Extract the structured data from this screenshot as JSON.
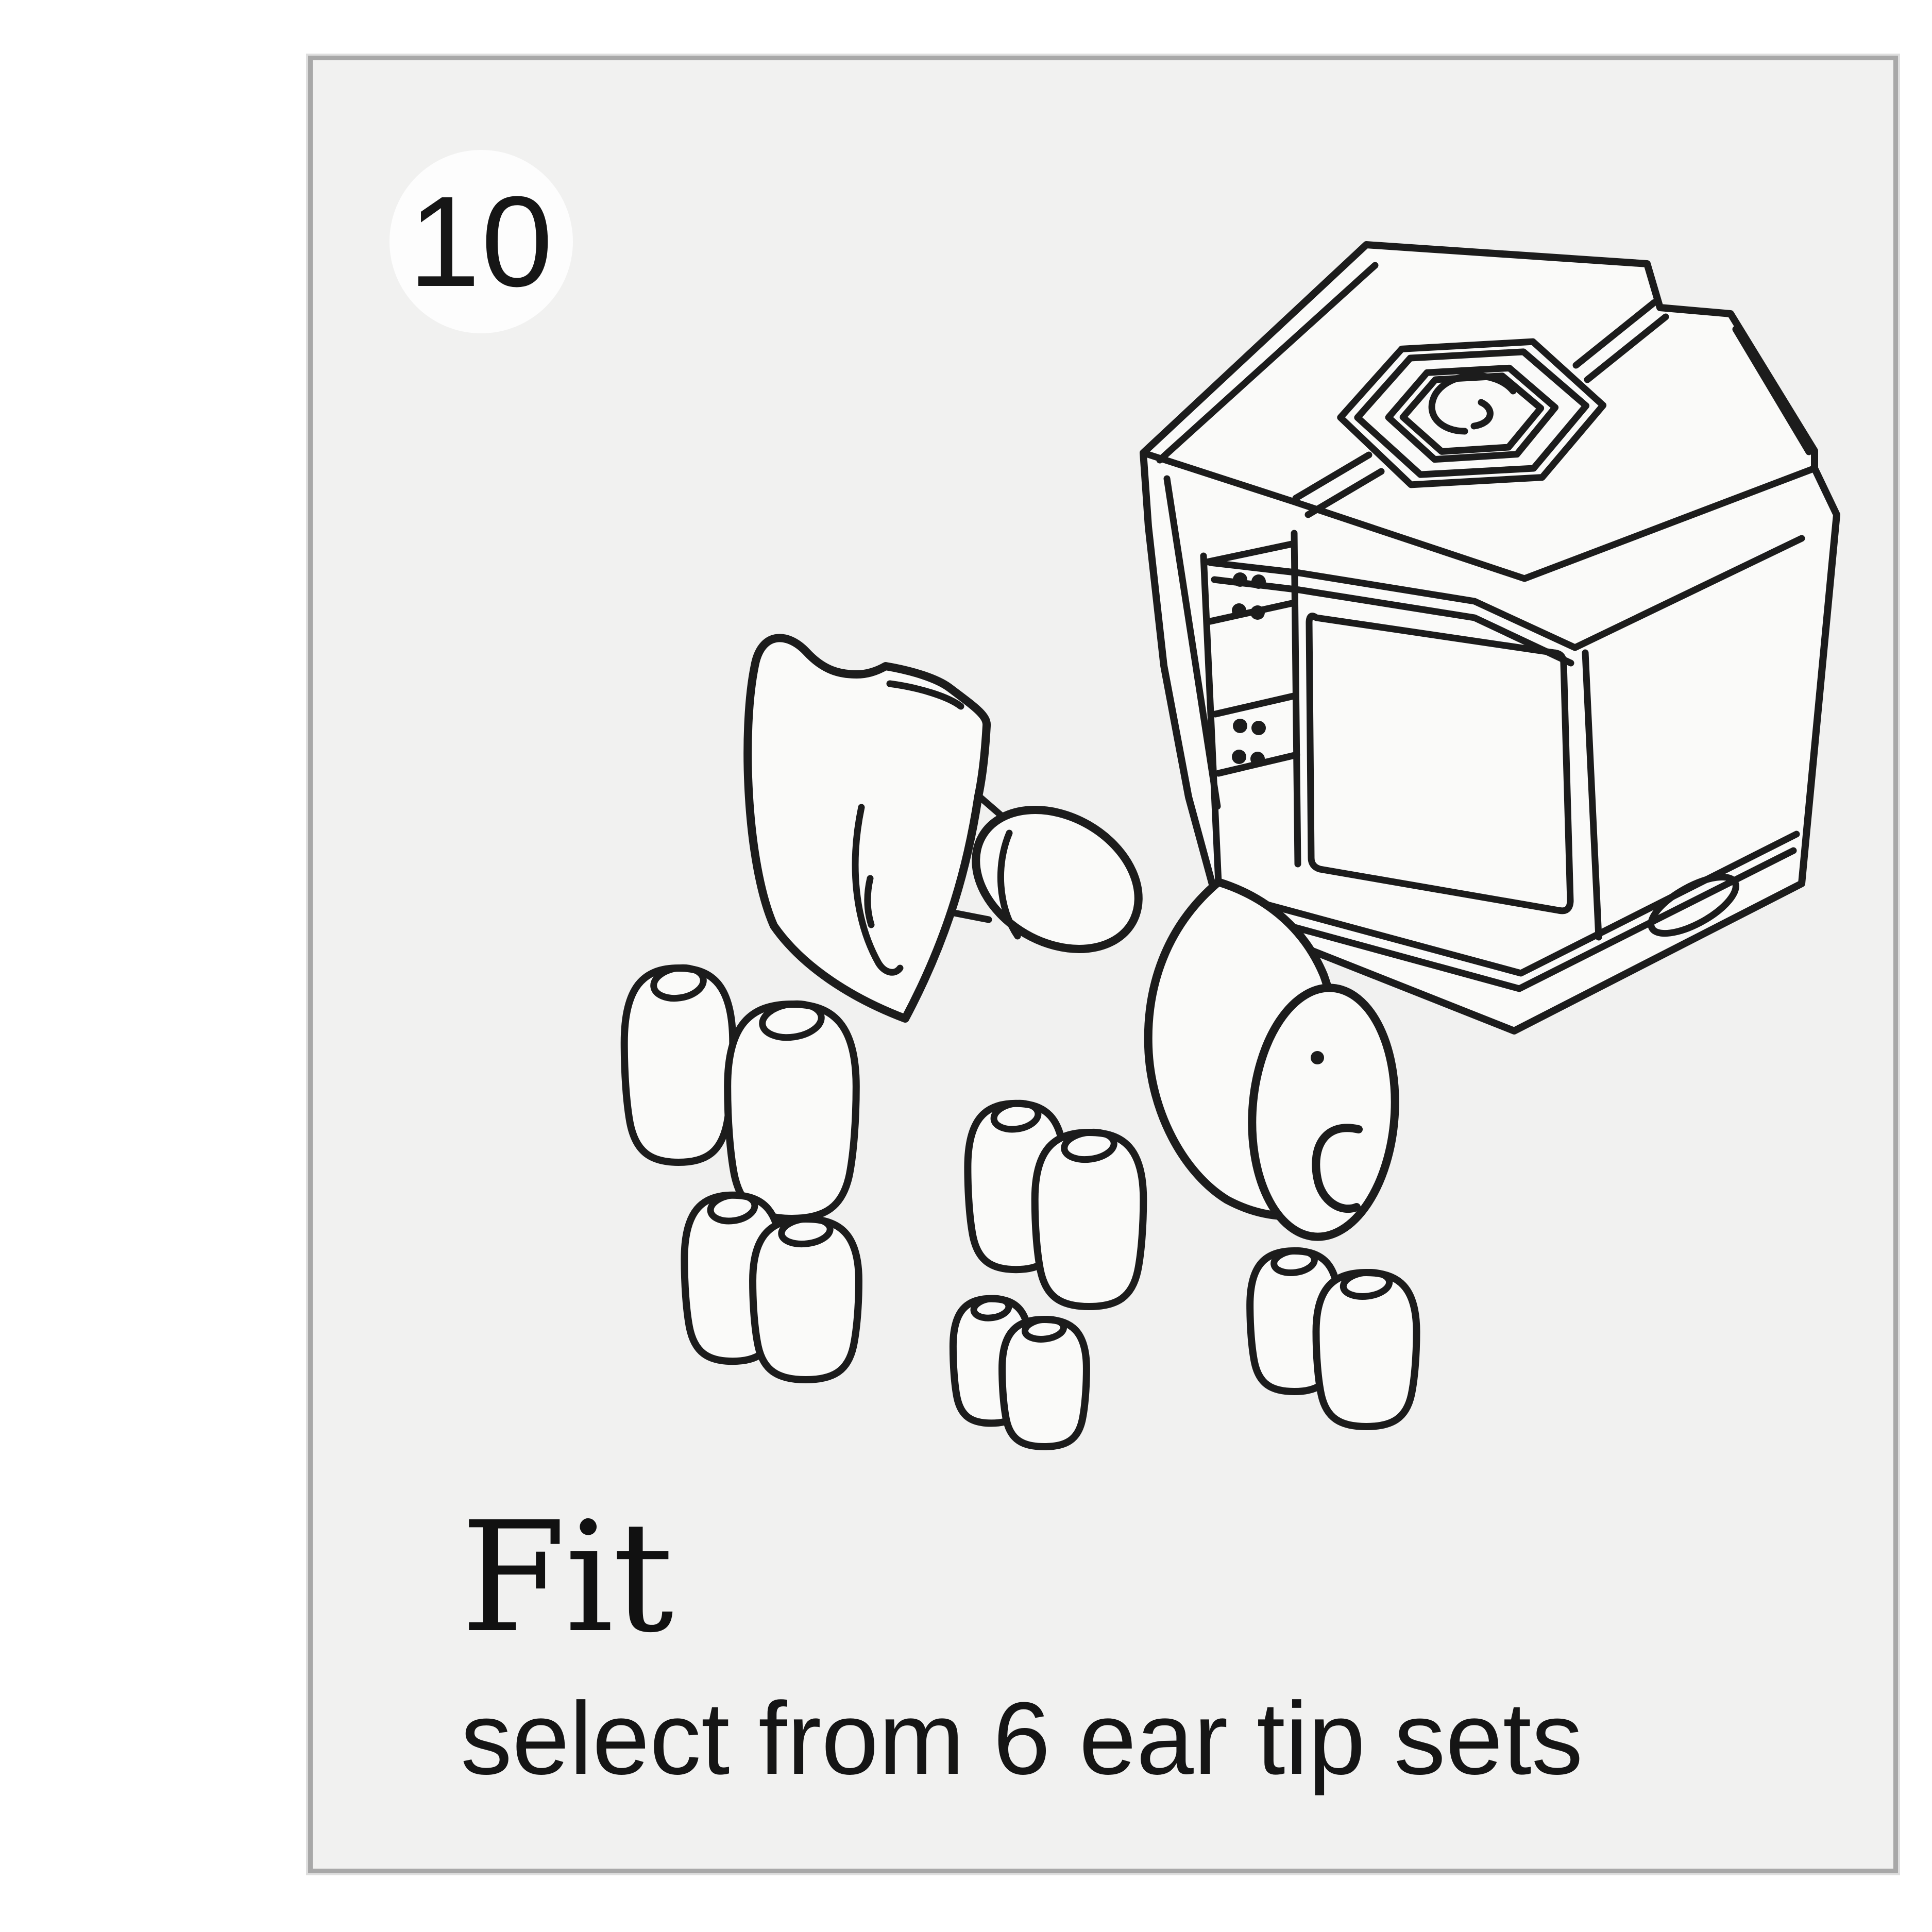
{
  "panel": {
    "background": "#f1f1f0",
    "border_color": "#a8a8a8",
    "ink_color": "#1c1c1c",
    "step_badge": {
      "number": "10",
      "background": "#fdfdfd"
    },
    "title": "Fit",
    "subtitle": "select from 6 ear tip sets",
    "illustration": {
      "name": "earbud-fit-illustration",
      "parts": [
        {
          "name": "charging-case"
        },
        {
          "name": "left-earbud-with-ear-tip"
        },
        {
          "name": "right-earbud-with-ear-tip"
        },
        {
          "name": "ear-tip-pairs",
          "visible_pairs": 5
        }
      ]
    }
  }
}
